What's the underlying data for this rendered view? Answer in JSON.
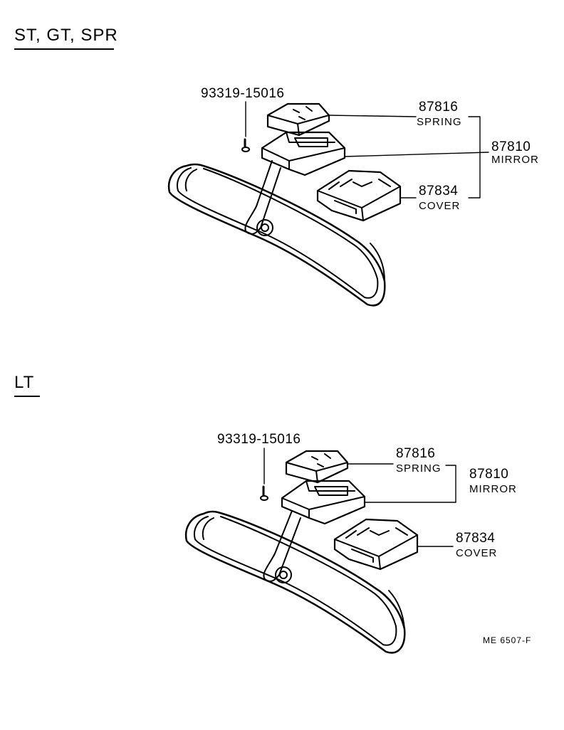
{
  "sections": [
    {
      "title": "ST, GT, SPR",
      "bolt": "93319-15016",
      "spring_pn": "87816",
      "spring_name": "SPRING",
      "mirror_pn": "87810",
      "mirror_name": "MIRROR",
      "cover_pn": "87834",
      "cover_name": "COVER"
    },
    {
      "title": "LT",
      "bolt": "93319-15016",
      "spring_pn": "87816",
      "spring_name": "SPRING",
      "mirror_pn": "87810",
      "mirror_name": "MIRROR",
      "cover_pn": "87834",
      "cover_name": "COVER"
    }
  ],
  "diagram_code": "ME  6507-F"
}
